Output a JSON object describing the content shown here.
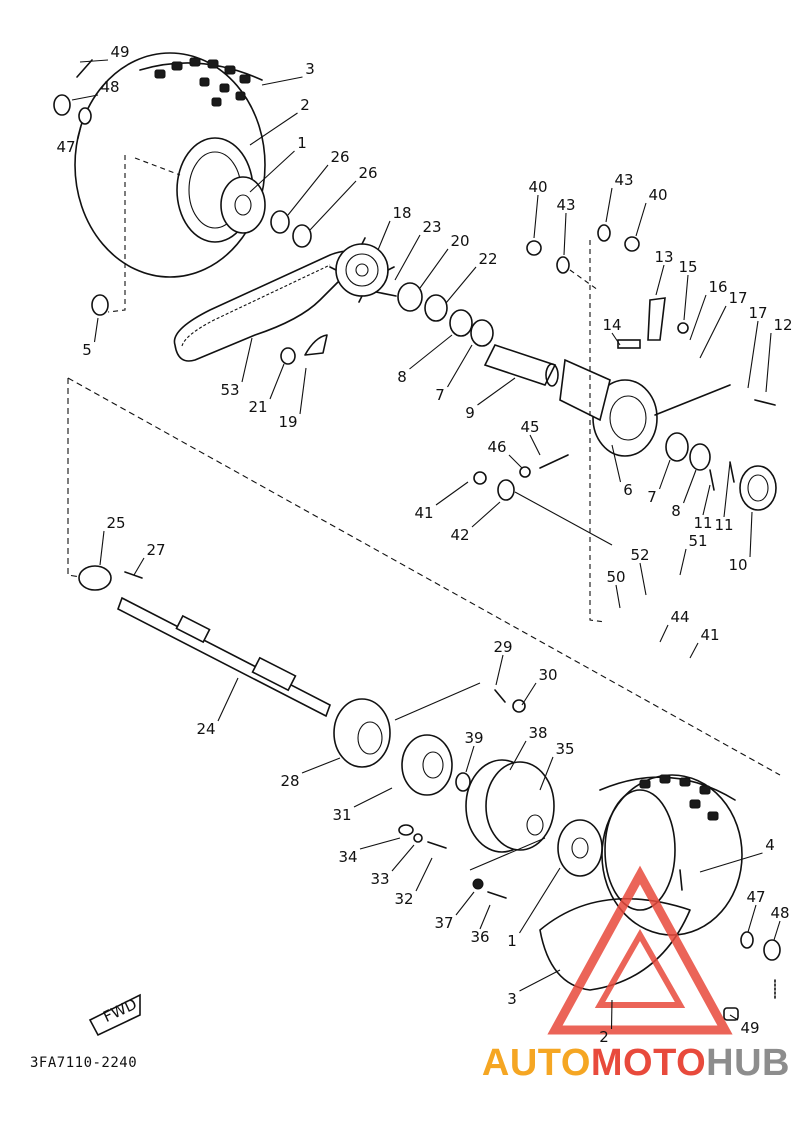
{
  "diagram": {
    "code": "3FA7110-2240",
    "fwd_label": "FWD",
    "callouts": [
      {
        "id": "c49a",
        "text": "49"
      },
      {
        "id": "c48a",
        "text": "48"
      },
      {
        "id": "c47a",
        "text": "47"
      },
      {
        "id": "c3a",
        "text": "3"
      },
      {
        "id": "c2a",
        "text": "2"
      },
      {
        "id": "c1a",
        "text": "1"
      },
      {
        "id": "c26a",
        "text": "26"
      },
      {
        "id": "c26b",
        "text": "26"
      },
      {
        "id": "c5",
        "text": "5"
      },
      {
        "id": "c18",
        "text": "18"
      },
      {
        "id": "c23",
        "text": "23"
      },
      {
        "id": "c20",
        "text": "20"
      },
      {
        "id": "c22",
        "text": "22"
      },
      {
        "id": "c8a",
        "text": "8"
      },
      {
        "id": "c7a",
        "text": "7"
      },
      {
        "id": "c9",
        "text": "9"
      },
      {
        "id": "c53",
        "text": "53"
      },
      {
        "id": "c21",
        "text": "21"
      },
      {
        "id": "c19",
        "text": "19"
      },
      {
        "id": "c40a",
        "text": "40"
      },
      {
        "id": "c43a",
        "text": "43"
      },
      {
        "id": "c43b",
        "text": "43"
      },
      {
        "id": "c40b",
        "text": "40"
      },
      {
        "id": "c13",
        "text": "13"
      },
      {
        "id": "c15",
        "text": "15"
      },
      {
        "id": "c14",
        "text": "14"
      },
      {
        "id": "c16",
        "text": "16"
      },
      {
        "id": "c17a",
        "text": "17"
      },
      {
        "id": "c17b",
        "text": "17"
      },
      {
        "id": "c12",
        "text": "12"
      },
      {
        "id": "c45",
        "text": "45"
      },
      {
        "id": "c46",
        "text": "46"
      },
      {
        "id": "c41a",
        "text": "41"
      },
      {
        "id": "c42",
        "text": "42"
      },
      {
        "id": "c6",
        "text": "6"
      },
      {
        "id": "c7b",
        "text": "7"
      },
      {
        "id": "c8b",
        "text": "8"
      },
      {
        "id": "c11a",
        "text": "11"
      },
      {
        "id": "c11b",
        "text": "11"
      },
      {
        "id": "c10",
        "text": "10"
      },
      {
        "id": "c25",
        "text": "25"
      },
      {
        "id": "c27",
        "text": "27"
      },
      {
        "id": "c52",
        "text": "52"
      },
      {
        "id": "c51",
        "text": "51"
      },
      {
        "id": "c50",
        "text": "50"
      },
      {
        "id": "c44",
        "text": "44"
      },
      {
        "id": "c41b",
        "text": "41"
      },
      {
        "id": "c24",
        "text": "24"
      },
      {
        "id": "c29",
        "text": "29"
      },
      {
        "id": "c30",
        "text": "30"
      },
      {
        "id": "c28",
        "text": "28"
      },
      {
        "id": "c38",
        "text": "38"
      },
      {
        "id": "c39",
        "text": "39"
      },
      {
        "id": "c35",
        "text": "35"
      },
      {
        "id": "c31",
        "text": "31"
      },
      {
        "id": "c34",
        "text": "34"
      },
      {
        "id": "c33",
        "text": "33"
      },
      {
        "id": "c32",
        "text": "32"
      },
      {
        "id": "c37",
        "text": "37"
      },
      {
        "id": "c36",
        "text": "36"
      },
      {
        "id": "c1b",
        "text": "1"
      },
      {
        "id": "c4",
        "text": "4"
      },
      {
        "id": "c47b",
        "text": "47"
      },
      {
        "id": "c48b",
        "text": "48"
      },
      {
        "id": "c3b",
        "text": "3"
      },
      {
        "id": "c2b",
        "text": "2"
      },
      {
        "id": "c49b",
        "text": "49"
      }
    ]
  },
  "watermark": {
    "part1": "AUTO",
    "part2": "MOTO",
    "part3": "HUB",
    "colors": {
      "orange": "#f5a623",
      "red": "#e84a3c",
      "gray": "#8d8d8d"
    }
  }
}
